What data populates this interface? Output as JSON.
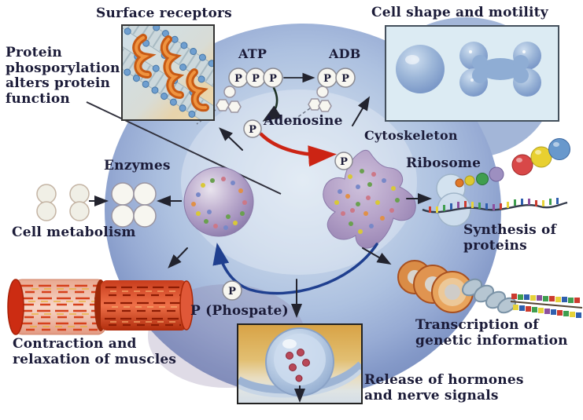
{
  "diagram_title": "Protein phosphorylation alters protein function",
  "labels": {
    "surface_receptors": "Surface receptors",
    "protein_note": "Protein\nphosporylation\nalters protein\nfunction",
    "atp": "ATP",
    "adb": "ADB",
    "adenosine": "Adenosine",
    "cell_shape": "Cell shape and motility",
    "cytoskeleton": "Cytoskeleton",
    "enzymes": "Enzymes",
    "cell_metabolism": "Cell metabolism",
    "ribosome": "Ribosome",
    "synthesis": "Synthesis of\nproteins",
    "phosphate": "P (Phospate)",
    "transcription": "Transcription of\ngenetic information",
    "contraction": "Contraction and\nrelaxation of muscles",
    "release": "Release of hormones\nand nerve signals",
    "p": "P"
  },
  "colors": {
    "text": "#1b1b38",
    "cell_edge": "#7d92c2",
    "cell_center": "#d6e2f0",
    "red_arrow": "#cc2414",
    "blue_arrow": "#1f3f8f",
    "dark_arrow": "#22232e",
    "receptor_orange": "#d06820",
    "muscle_red": "#d14023",
    "protein_lavender": "#a391bd",
    "vesicle_blue": "#8ba6cc",
    "chromatin_orange": "#da8c46"
  }
}
